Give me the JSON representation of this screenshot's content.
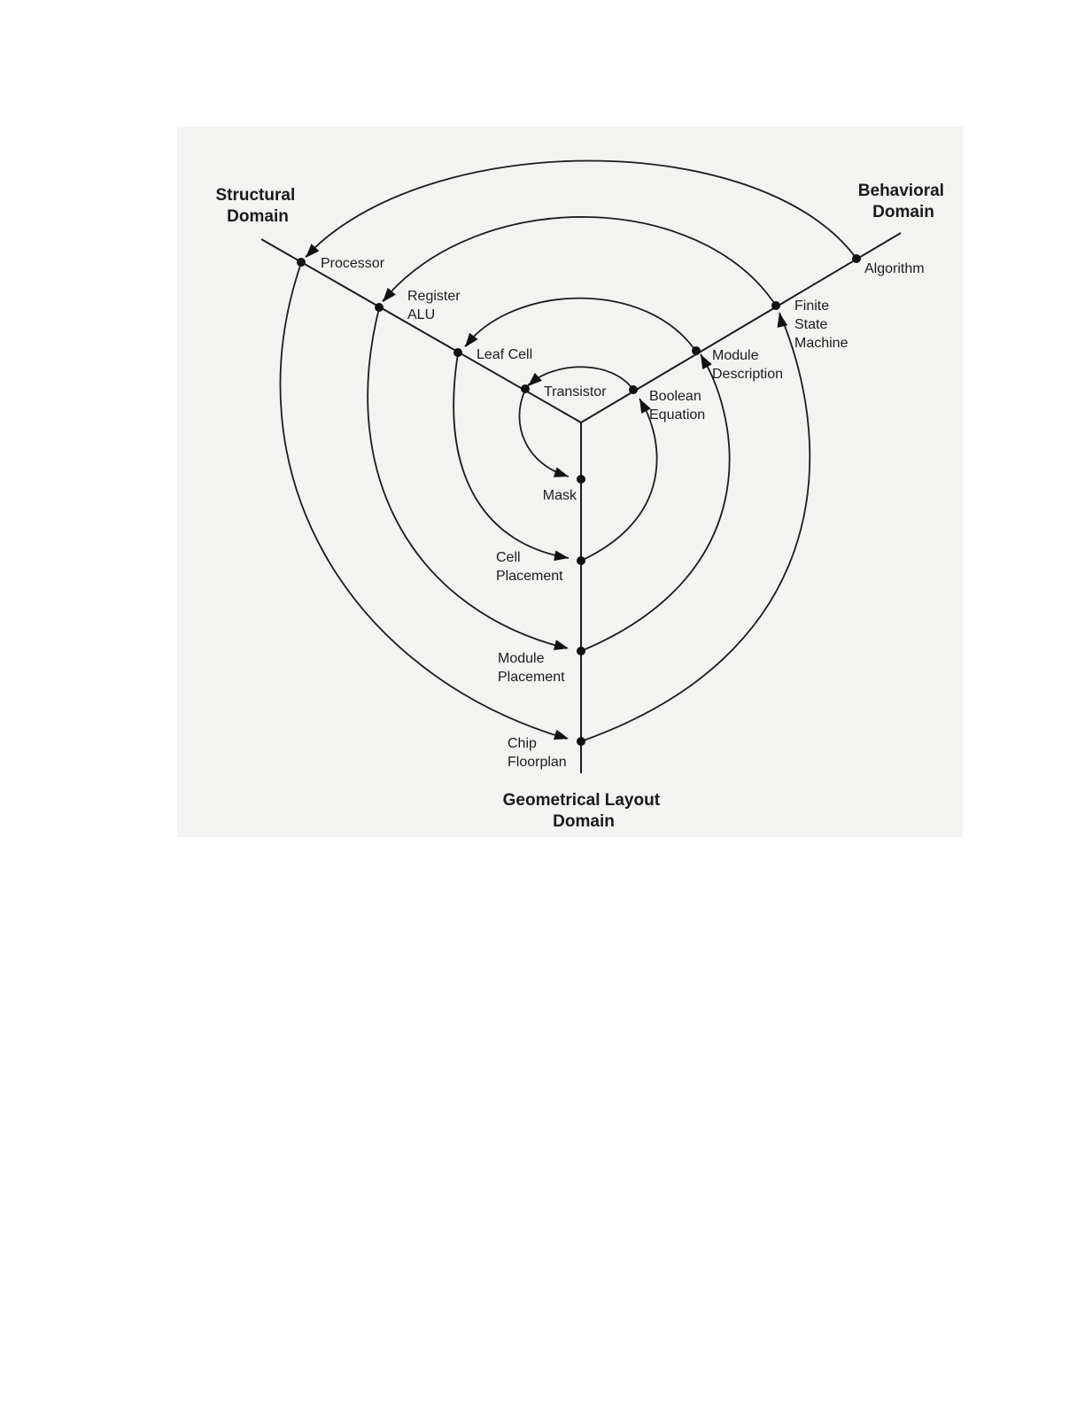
{
  "domains": {
    "structural": [
      "Structural",
      "Domain"
    ],
    "behavioral": [
      "Behavioral",
      "Domain"
    ],
    "geometrical": [
      "Geometrical Layout",
      "Domain"
    ]
  },
  "structural_levels": {
    "processor": [
      "Processor"
    ],
    "register_alu": [
      "Register",
      "ALU"
    ],
    "leaf_cell": [
      "Leaf Cell"
    ],
    "transistor": [
      "Transistor"
    ]
  },
  "behavioral_levels": {
    "algorithm": [
      "Algorithm"
    ],
    "finite_state_machine": [
      "Finite",
      "State",
      "Machine"
    ],
    "module_description": [
      "Module",
      "Description"
    ],
    "boolean_equation": [
      "Boolean",
      "Equation"
    ]
  },
  "geometrical_levels": {
    "mask": [
      "Mask"
    ],
    "cell_placement": [
      "Cell",
      "Placement"
    ],
    "module_placement": [
      "Module",
      "Placement"
    ],
    "chip_floorplan": [
      "Chip",
      "Floorplan"
    ]
  }
}
